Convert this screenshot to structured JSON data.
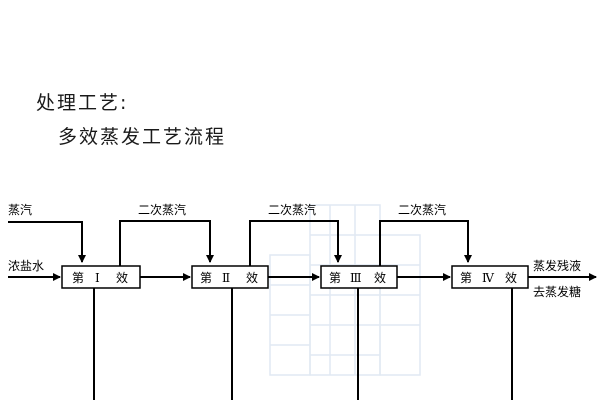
{
  "heading": "处理工艺:",
  "subheading": "多效蒸发工艺流程",
  "diagram": {
    "inputs": {
      "steam": "蒸汽",
      "brine": "浓盐水"
    },
    "effects": [
      {
        "pre": "第",
        "num": "Ⅰ",
        "post": "效"
      },
      {
        "pre": "第",
        "num": "Ⅱ",
        "post": "效"
      },
      {
        "pre": "第",
        "num": "Ⅲ",
        "post": "效"
      },
      {
        "pre": "第",
        "num": "Ⅳ",
        "post": "效"
      }
    ],
    "secondary_steam": [
      "二次蒸汽",
      "二次蒸汽",
      "二次蒸汽"
    ],
    "outputs": {
      "residue": "蒸发残液",
      "to_sugar": "去蒸发糖"
    }
  }
}
